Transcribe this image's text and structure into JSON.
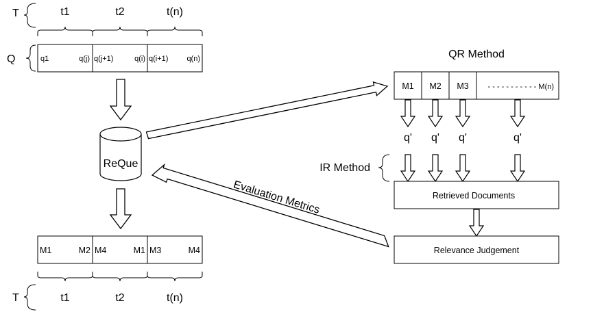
{
  "top_timeline": {
    "time_label": "T",
    "segments": [
      "t1",
      "t2",
      "t(n)"
    ],
    "query_label": "Q",
    "query_cells": [
      {
        "left": "q1",
        "right": "q(j)"
      },
      {
        "left": "q(j+1)",
        "right": "q(i)"
      },
      {
        "left": "q(i+1)",
        "right": "q(n)"
      }
    ]
  },
  "reque_label": "ReQue",
  "bottom_timeline": {
    "cells": [
      {
        "left": "M1",
        "right": "M2"
      },
      {
        "left": "M4",
        "right": "M1"
      },
      {
        "left": "M3",
        "right": "M4"
      }
    ],
    "segments": [
      "t1",
      "t2",
      "t(n)"
    ],
    "time_label": "T"
  },
  "qr": {
    "title": "QR  Method",
    "methods": [
      "M1",
      "M2",
      "M3"
    ],
    "method_last": "- - - - - - - - - - - M(n)",
    "outputs": [
      "q'",
      "q'",
      "q'",
      "q'"
    ]
  },
  "ir_label": "IR Method",
  "retrieved_label": "Retrieved Documents",
  "relevance_label": "Relevance Judgement",
  "eval_label": "Evaluation Metrics"
}
